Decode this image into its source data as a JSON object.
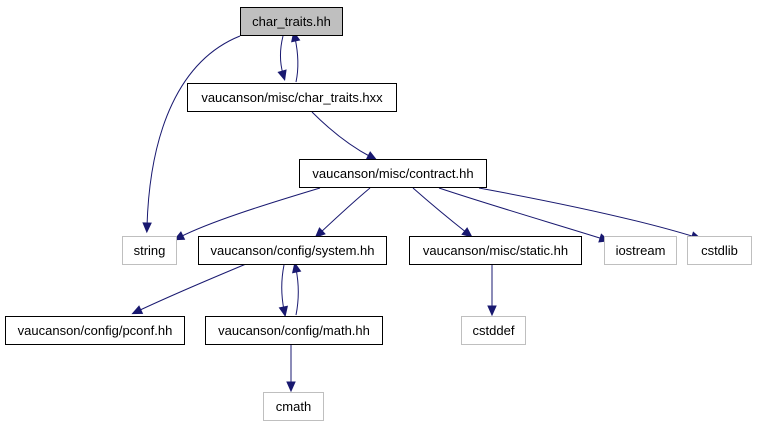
{
  "colors": {
    "edge": "#191970",
    "root_fill": "#bfbfbf",
    "node_border": "#000000",
    "external_border": "#bfbfbf",
    "background": "#ffffff"
  },
  "nodes": [
    {
      "id": "char_traits_hh",
      "label": "char_traits.hh",
      "kind": "root"
    },
    {
      "id": "char_traits_hxx",
      "label": "vaucanson/misc/char_traits.hxx",
      "kind": "file"
    },
    {
      "id": "contract_hh",
      "label": "vaucanson/misc/contract.hh",
      "kind": "file"
    },
    {
      "id": "string",
      "label": "string",
      "kind": "external"
    },
    {
      "id": "system_hh",
      "label": "vaucanson/config/system.hh",
      "kind": "file"
    },
    {
      "id": "static_hh",
      "label": "vaucanson/misc/static.hh",
      "kind": "file"
    },
    {
      "id": "iostream",
      "label": "iostream",
      "kind": "external"
    },
    {
      "id": "cstdlib",
      "label": "cstdlib",
      "kind": "external"
    },
    {
      "id": "pconf_hh",
      "label": "vaucanson/config/pconf.hh",
      "kind": "file"
    },
    {
      "id": "math_hh",
      "label": "vaucanson/config/math.hh",
      "kind": "file"
    },
    {
      "id": "cstddef",
      "label": "cstddef",
      "kind": "external"
    },
    {
      "id": "cmath",
      "label": "cmath",
      "kind": "external"
    }
  ],
  "edges": [
    {
      "from": "char_traits_hh",
      "to": "char_traits_hxx"
    },
    {
      "from": "char_traits_hxx",
      "to": "char_traits_hh"
    },
    {
      "from": "char_traits_hh",
      "to": "string"
    },
    {
      "from": "char_traits_hxx",
      "to": "contract_hh"
    },
    {
      "from": "contract_hh",
      "to": "string"
    },
    {
      "from": "contract_hh",
      "to": "system_hh"
    },
    {
      "from": "contract_hh",
      "to": "static_hh"
    },
    {
      "from": "contract_hh",
      "to": "iostream"
    },
    {
      "from": "contract_hh",
      "to": "cstdlib"
    },
    {
      "from": "system_hh",
      "to": "pconf_hh"
    },
    {
      "from": "system_hh",
      "to": "math_hh"
    },
    {
      "from": "math_hh",
      "to": "system_hh"
    },
    {
      "from": "static_hh",
      "to": "cstddef"
    },
    {
      "from": "math_hh",
      "to": "cmath"
    }
  ]
}
